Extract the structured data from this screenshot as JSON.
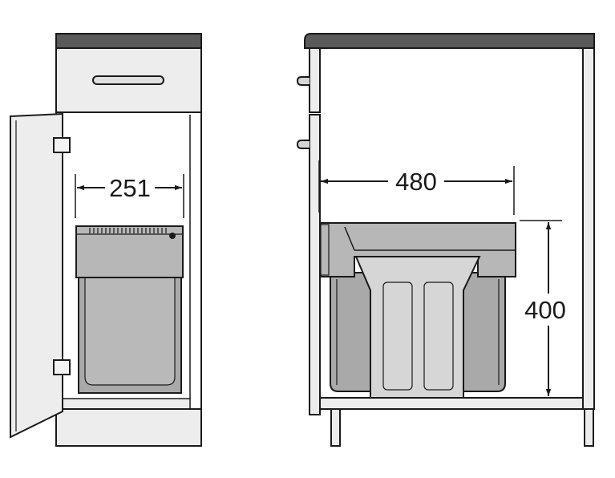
{
  "dimensions": {
    "front_width": "251",
    "side_depth": "480",
    "side_height": "400"
  },
  "colors": {
    "outline": "#1a1a1a",
    "worktop": "#5a5a5a",
    "cabinet_panel": "#ededed",
    "bin_frame": "#b7b7b7",
    "bin_body": "#a9a9a9",
    "bin_insert": "#d6d6d6"
  }
}
